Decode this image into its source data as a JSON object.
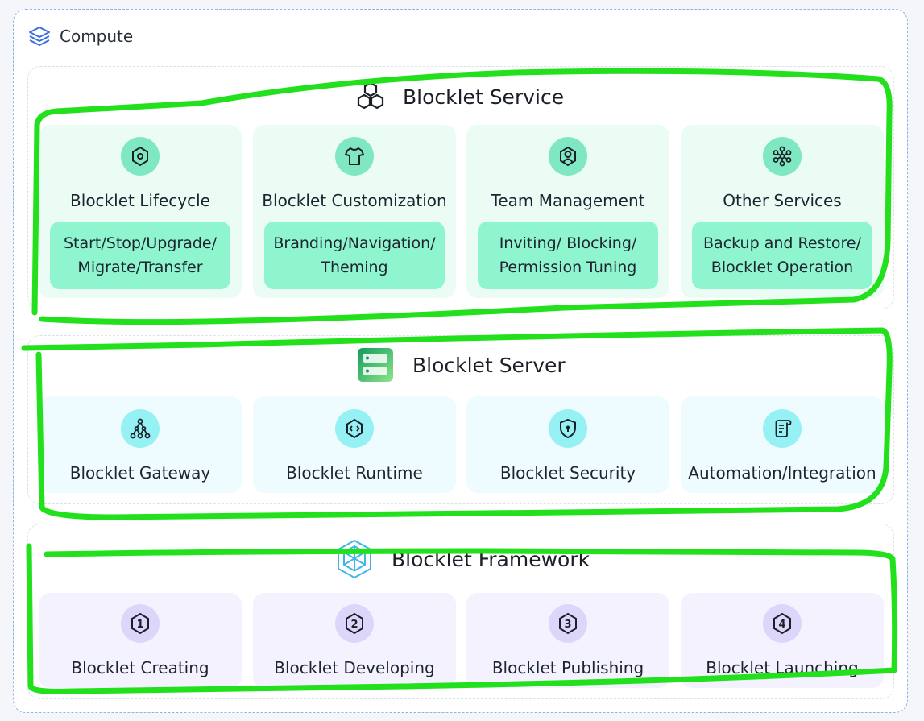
{
  "header": {
    "title": "Compute",
    "icon": "layers-icon"
  },
  "sections": [
    {
      "title": "Blocklet Service",
      "icon": "hexagons-icon",
      "cards": [
        {
          "label": "Blocklet Lifecycle",
          "icon": "hexagon-gear-icon",
          "detail": [
            "Start/Stop/Upgrade/",
            "Migrate/Transfer"
          ]
        },
        {
          "label": "Blocklet Customization",
          "icon": "tshirt-icon",
          "detail": [
            "Branding/Navigation/",
            "Theming"
          ]
        },
        {
          "label": "Team Management",
          "icon": "user-hexagon-icon",
          "detail": [
            "Inviting/ Blocking/",
            "Permission Tuning"
          ]
        },
        {
          "label": "Other Services",
          "icon": "molecule-icon",
          "detail": [
            "Backup and Restore/",
            "Blocklet Operation"
          ]
        }
      ]
    },
    {
      "title": "Blocklet Server",
      "icon": "server-icon",
      "cards": [
        {
          "label": "Blocklet Gateway",
          "icon": "network-icon"
        },
        {
          "label": "Blocklet Runtime",
          "icon": "code-hexagon-icon"
        },
        {
          "label": "Blocklet Security",
          "icon": "shield-icon"
        },
        {
          "label": "Automation/Integration",
          "icon": "scroll-icon"
        }
      ]
    },
    {
      "title": "Blocklet Framework",
      "icon": "cube-icon",
      "cards": [
        {
          "label": "Blocklet Creating",
          "icon": "hexagon-1-icon",
          "num": "1"
        },
        {
          "label": "Blocklet Developing",
          "icon": "hexagon-2-icon",
          "num": "2"
        },
        {
          "label": "Blocklet Publishing",
          "icon": "hexagon-3-icon",
          "num": "3"
        },
        {
          "label": "Blocklet Launching",
          "icon": "hexagon-4-icon",
          "num": "4"
        }
      ]
    }
  ],
  "colors": {
    "highlight": "#22e01c",
    "service_card": "#eafcf4",
    "service_pill": "#8ff5cf",
    "server_card": "#eefbff",
    "framework_card": "#f4f2ff"
  }
}
